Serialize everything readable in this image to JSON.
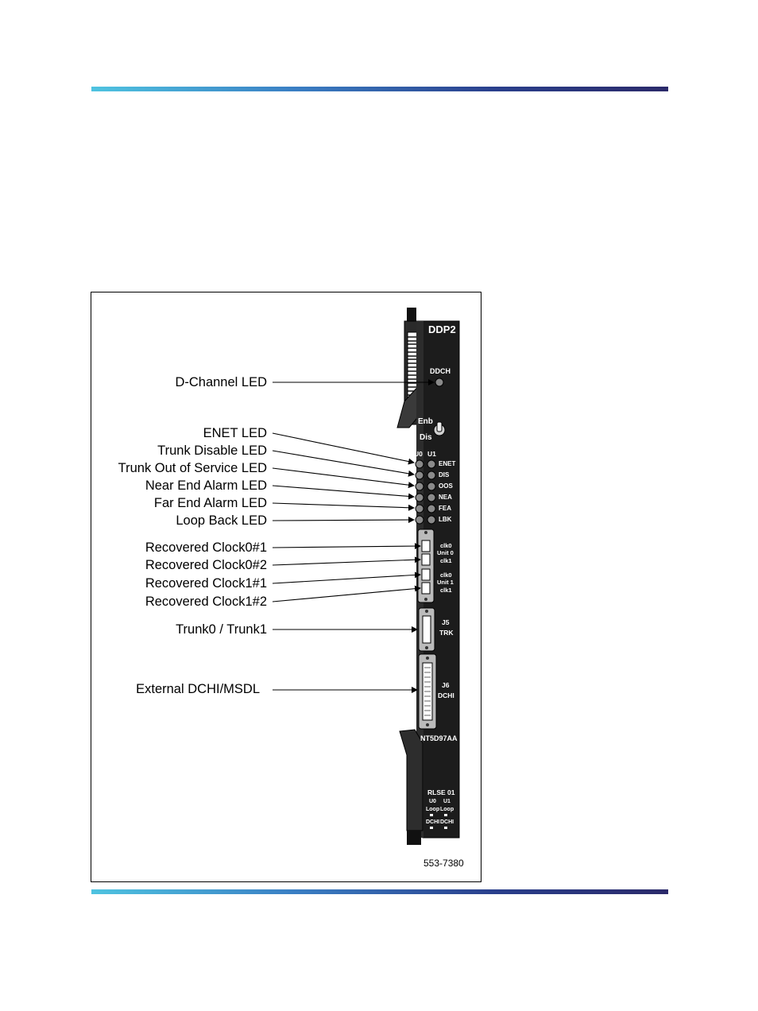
{
  "colors": {
    "rule_start": "#4fc3e0",
    "rule_end": "#2b2a6a",
    "card_face": "#1c1c1c",
    "led": "#8a8a8a"
  },
  "callouts": [
    "D-Channel LED",
    "ENET LED",
    "Trunk Disable LED",
    "Trunk Out of Service LED",
    "Near End Alarm LED",
    "Far End Alarm LED",
    "Loop Back LED",
    "Recovered Clock0#1",
    "Recovered Clock0#2",
    "Recovered Clock1#1",
    "Recovered Clock1#2",
    "Trunk0 / Trunk1",
    "External DCHI/MSDL"
  ],
  "card": {
    "name": "DDP2",
    "ddch": "DDCH",
    "enb": "Enb",
    "dis": "Dis",
    "u0": "U0",
    "u1": "U1",
    "led_labels": [
      "ENET",
      "DIS",
      "OOS",
      "NEA",
      "FEA",
      "LBK"
    ],
    "clk_group0": [
      "clk0",
      "Unit 0",
      "clk1"
    ],
    "clk_group1": [
      "clk0",
      "Unit 1",
      "clk1"
    ],
    "j5": "J5",
    "trk": "TRK",
    "j6": "J6",
    "dchi": "DCHI",
    "part_number": "NT5D97AA",
    "rlse": "RLSE 01",
    "bottom_u0": "U0",
    "bottom_u1": "U1",
    "loop_left": "Loop",
    "loop_right": "Loop",
    "dchi_left": "DCHI",
    "dchi_right": "DCHI"
  },
  "figure_number": "553-7380"
}
